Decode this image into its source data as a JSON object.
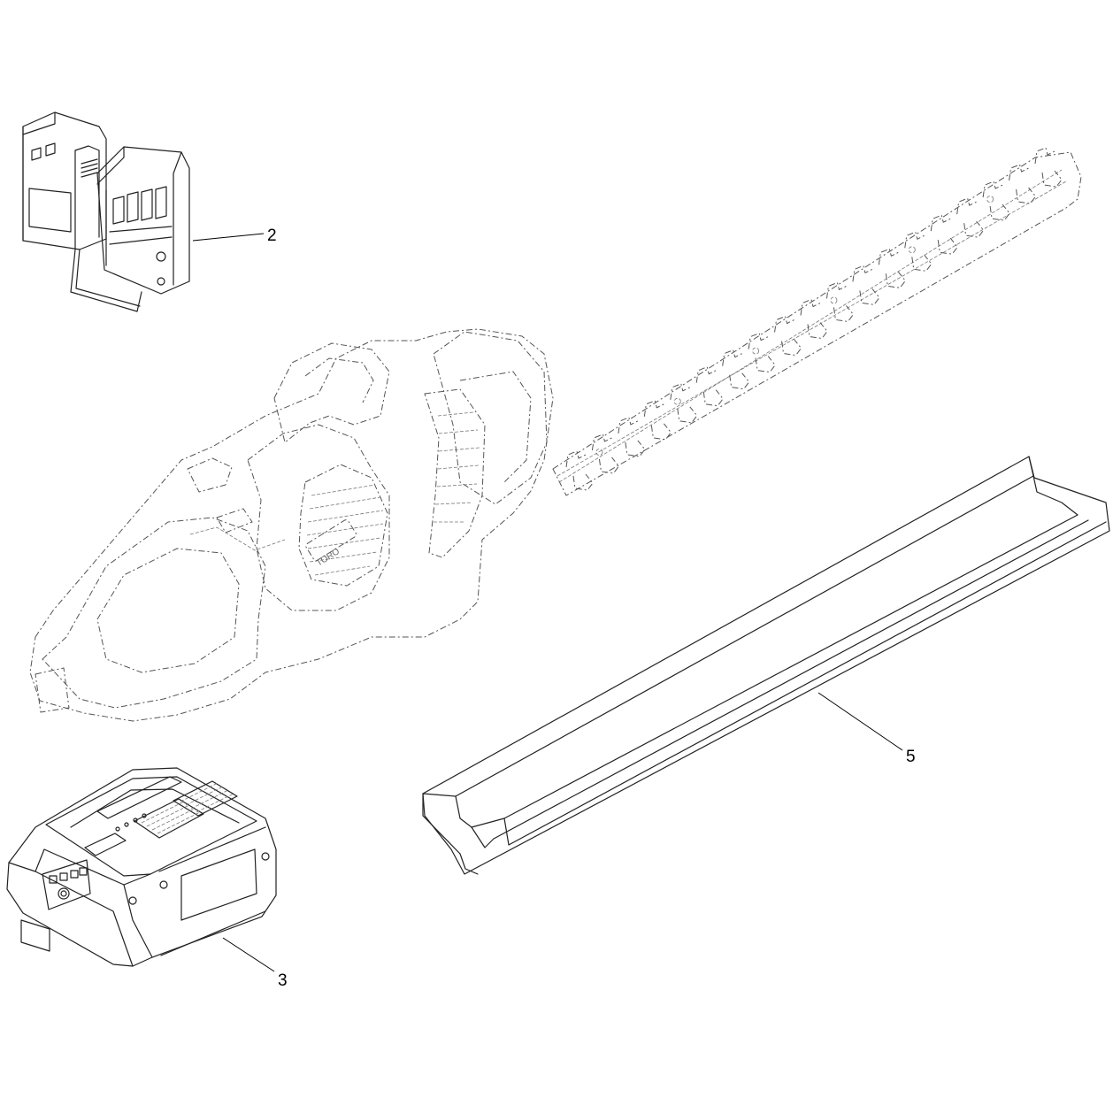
{
  "callouts": {
    "charger": "2",
    "battery": "3",
    "blade_cover": "5"
  },
  "logo_text": "TORO",
  "colors": {
    "line": "#222222",
    "ghost_line": "#555555",
    "background": "#ffffff"
  }
}
